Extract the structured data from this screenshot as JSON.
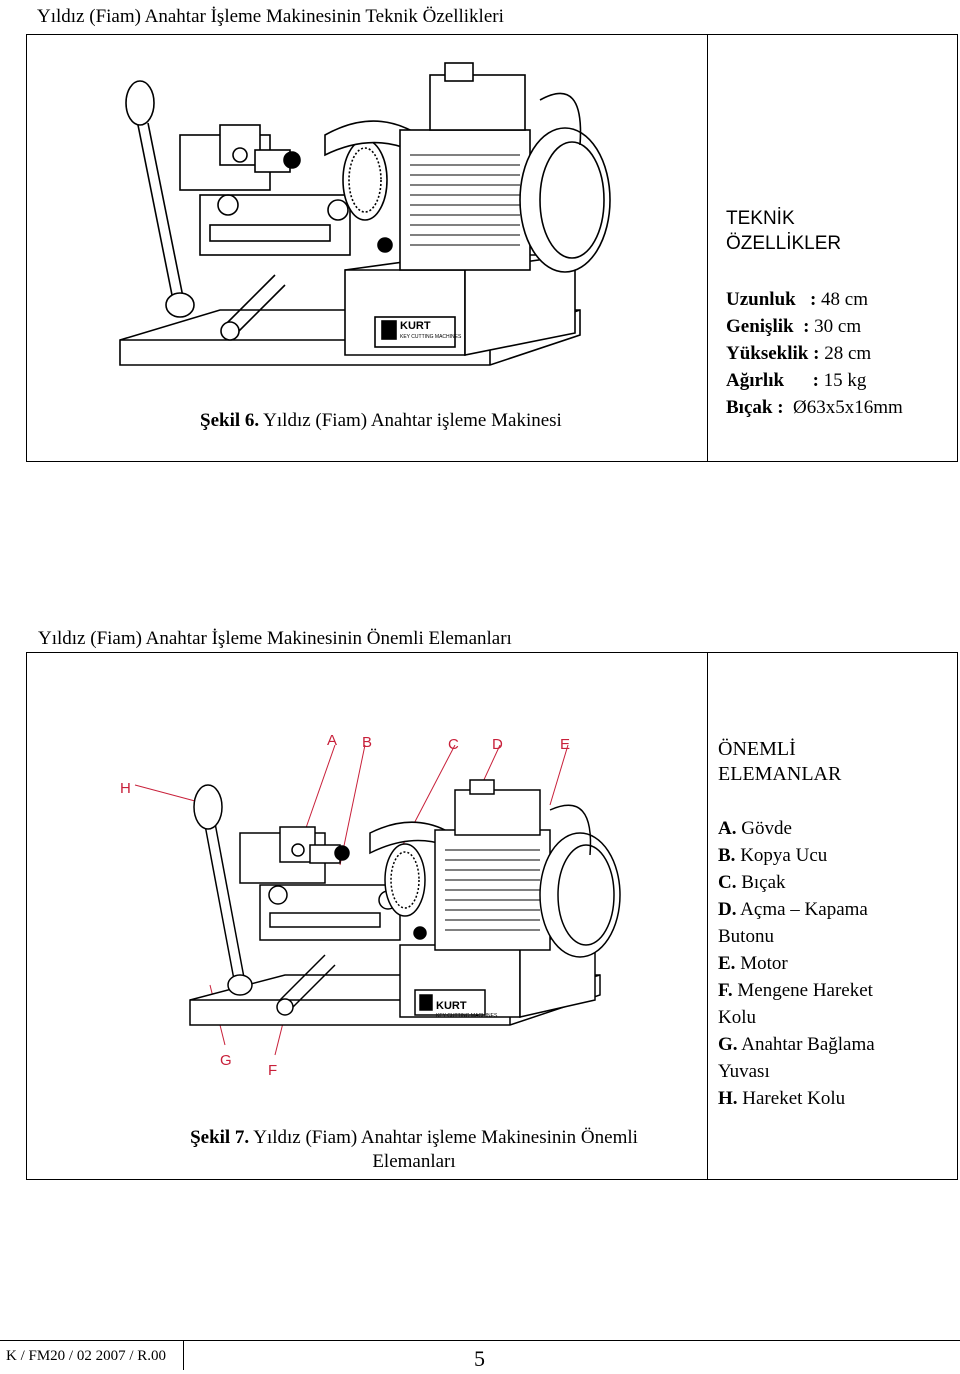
{
  "section1": {
    "heading": "Yıldız (Fiam) Anahtar İşleme Makinesinin Teknik Özellikleri",
    "figure_caption_label": "Şekil 6.",
    "figure_caption_text": " Yıldız (Fiam) Anahtar işleme Makinesi",
    "brand_plate": "KURT",
    "brand_sub": "KEY CUTTING MACHINES",
    "specs_title_line1": "TEKNİK",
    "specs_title_line2": "ÖZELLİKLER",
    "specs": [
      {
        "label": "Uzunluk",
        "sep": "   : ",
        "value": "48 cm"
      },
      {
        "label": "Genişlik",
        "sep": "  : ",
        "value": "30 cm"
      },
      {
        "label": "Yükseklik",
        "sep": " : ",
        "value": "28 cm"
      },
      {
        "label": "Ağırlık",
        "sep": "      : ",
        "value": "15 kg"
      },
      {
        "label": "Bıçak",
        "sep": " :  ",
        "value": "Ø63x5x16mm"
      }
    ]
  },
  "section2": {
    "heading": "Yıldız (Fiam) Anahtar İşleme Makinesinin Önemli Elemanları",
    "figure_caption_label": "Şekil 7.",
    "figure_caption_text": " Yıldız (Fiam) Anahtar işleme Makinesinin Önemli",
    "figure_caption_line2": "Elemanları",
    "brand_plate": "KURT",
    "brand_sub": "KEY CUTTING MACHINES",
    "callout_letters": {
      "a": "A",
      "b": "B",
      "c": "C",
      "d": "D",
      "e": "E",
      "f": "F",
      "g": "G",
      "h": "H"
    },
    "elements_title_line1": "ÖNEMLİ",
    "elements_title_line2": "ELEMANLAR",
    "elements": [
      {
        "key": "A.",
        "text": " Gövde"
      },
      {
        "key": "B.",
        "text": " Kopya Ucu"
      },
      {
        "key": "C.",
        "text": " Bıçak"
      },
      {
        "key": "D.",
        "text": " Açma – Kapama"
      },
      {
        "key": "",
        "text": "Butonu"
      },
      {
        "key": "E.",
        "text": " Motor"
      },
      {
        "key": "F.",
        "text": " Mengene Hareket"
      },
      {
        "key": "",
        "text": "Kolu"
      },
      {
        "key": "G.",
        "text": " Anahtar Bağlama"
      },
      {
        "key": "",
        "text": "Yuvası"
      },
      {
        "key": "H.",
        "text": " Hareket Kolu"
      }
    ]
  },
  "footer": {
    "doc_code": "K / FM20 / 02 2007 / R.00",
    "page_number": "5"
  }
}
